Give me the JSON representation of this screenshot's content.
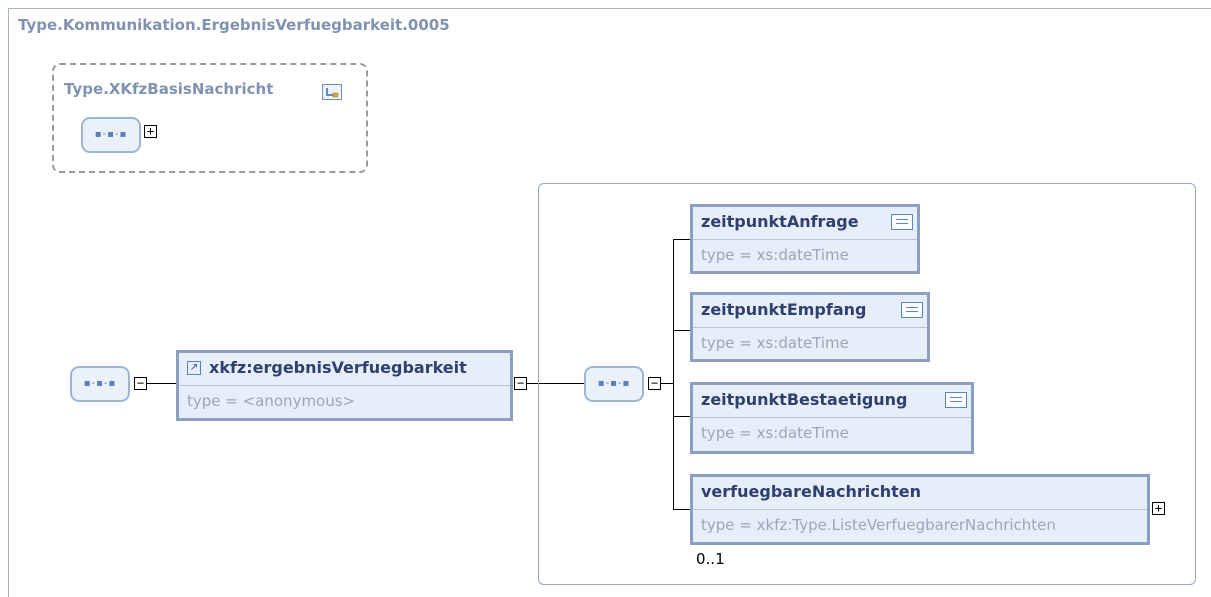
{
  "diagram": {
    "type_name": "Type.Kommunikation.ErgebnisVerfuegbarkeit.0005",
    "base_type": {
      "label": "Type.XKfzBasisNachricht",
      "icon": "base-type-icon",
      "expand_symbol": "+"
    },
    "root_sequence": {
      "icon": "sequence-icon",
      "collapse_symbol": "−"
    },
    "root_element": {
      "name": "xkfz:ergebnisVerfuegbarkeit",
      "type": "type = <anonymous>",
      "icon": "reference-arrow-icon",
      "collapse_symbol": "−"
    },
    "inner_sequence": {
      "icon": "sequence-icon",
      "collapse_symbol": "−"
    },
    "children": [
      {
        "name": "zeitpunktAnfrage",
        "type": "type = xs:dateTime",
        "icon": "documentation-icon"
      },
      {
        "name": "zeitpunktEmpfang",
        "type": "type = xs:dateTime",
        "icon": "documentation-icon"
      },
      {
        "name": "zeitpunktBestaetigung",
        "type": "type = xs:dateTime",
        "icon": "documentation-icon"
      },
      {
        "name": "verfuegbareNachrichten",
        "type": "type = xkfz:Type.ListeVerfuegbarerNachrichten",
        "expand_symbol": "+",
        "cardinality": "0..1"
      }
    ]
  }
}
